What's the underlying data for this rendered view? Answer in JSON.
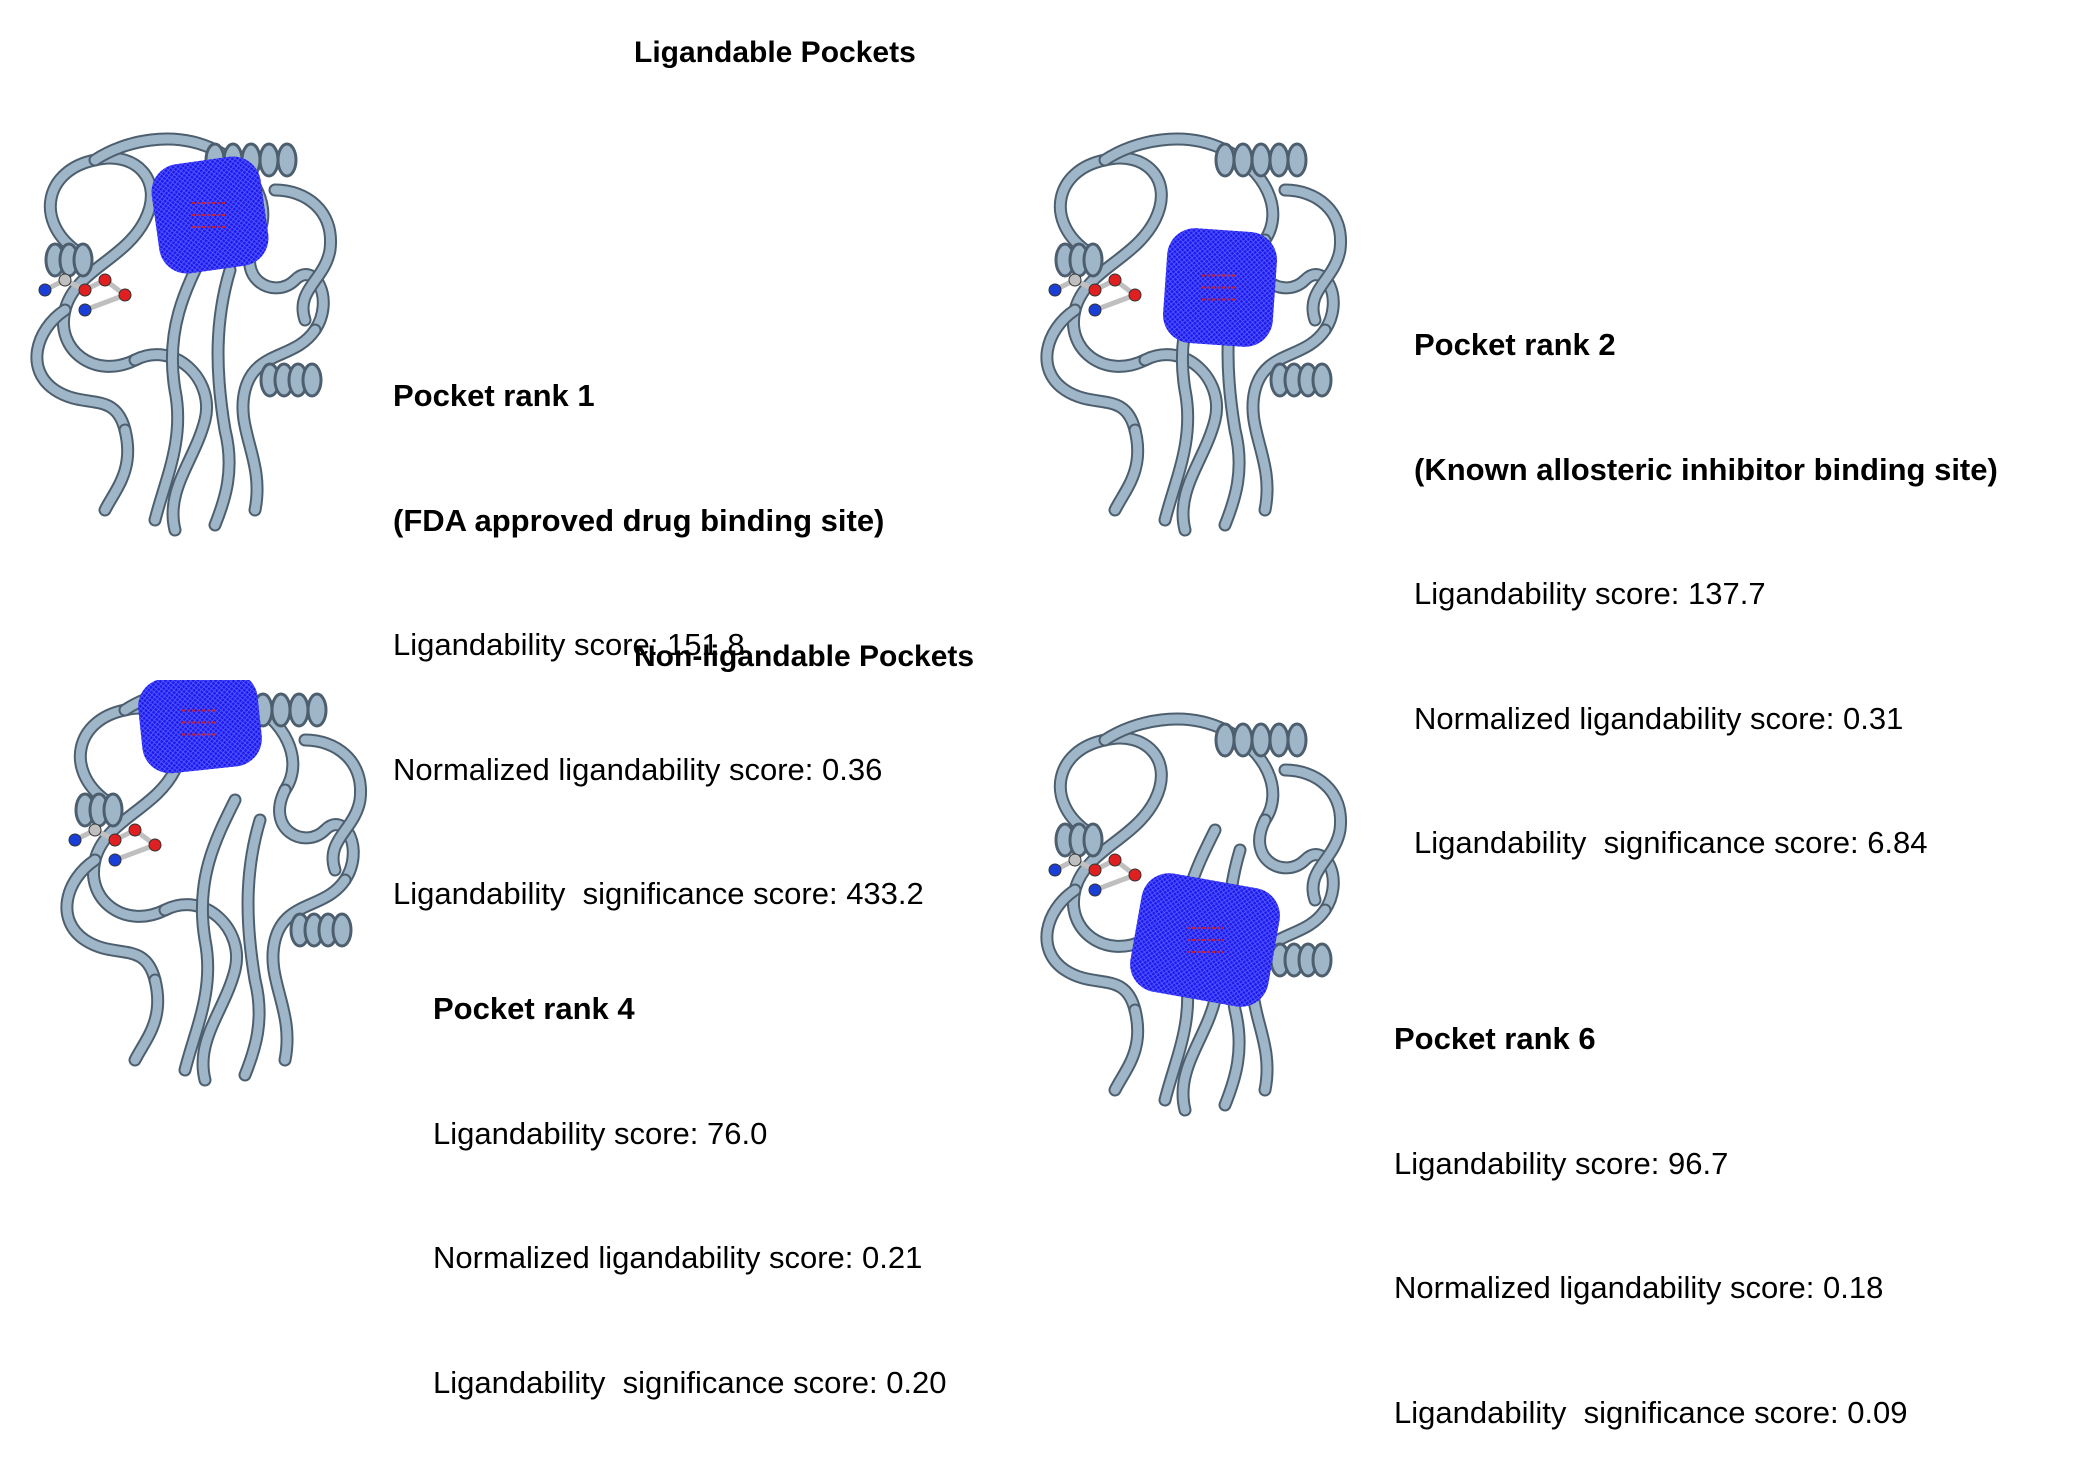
{
  "sections": {
    "ligandable_title": "Ligandable Pockets",
    "nonligandable_title": "Non-ligandable Pockets"
  },
  "colors": {
    "ribbon": "#9fb6c8",
    "ribbon_edge": "#4d5f6e",
    "pocket_mesh": "#1a1aee",
    "ligand_carbon": "#bfbfbf",
    "ligand_oxygen": "#e02020",
    "ligand_nitrogen": "#1a3fd6"
  },
  "panels": [
    {
      "rank_label": "Pocket rank 1",
      "note": "(FDA approved drug binding site)",
      "ligandability": "Ligandability score: 151.8",
      "normalized": "Normalized ligandability score: 0.36",
      "significance": "Ligandability  significance score: 433.2"
    },
    {
      "rank_label": "Pocket rank 2",
      "note": "(Known allosteric inhibitor binding site)",
      "ligandability": "Ligandability score: 137.7",
      "normalized": "Normalized ligandability score: 0.31",
      "significance": "Ligandability  significance score: 6.84"
    },
    {
      "rank_label": "Pocket rank 4",
      "ligandability": "Ligandability score: 76.0",
      "normalized": "Normalized ligandability score: 0.21",
      "significance": "Ligandability  significance score: 0.20"
    },
    {
      "rank_label": "Pocket rank 6",
      "ligandability": "Ligandability score: 96.7",
      "normalized": "Normalized ligandability score: 0.18",
      "significance": "Ligandability  significance score: 0.09"
    }
  ]
}
